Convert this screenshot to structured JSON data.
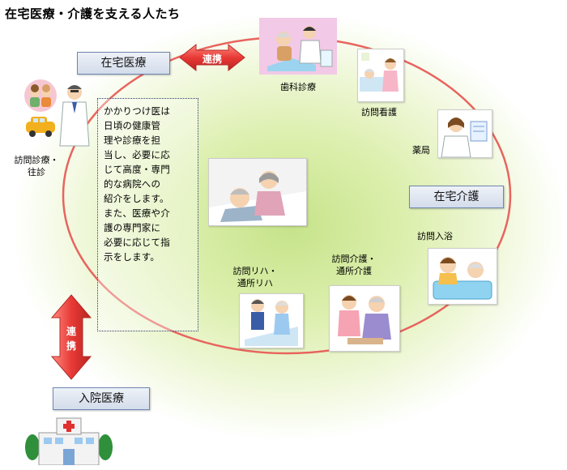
{
  "title": "在宅医療・介護を支える人たち",
  "boxes": {
    "home_medical": "在宅医療",
    "home_care": "在宅介護",
    "hospital": "入院医療"
  },
  "links": {
    "top": "連携",
    "vertical_line1": "連",
    "vertical_line2": "携"
  },
  "services": {
    "visit_consult_l1": "訪問診療・",
    "visit_consult_l2": "往診",
    "dental": "歯科診療",
    "visit_nursing": "訪問看護",
    "pharmacy": "薬局",
    "visit_bath": "訪問入浴",
    "care_l1": "訪問介護・",
    "care_l2": "通所介護",
    "rehab_l1": "訪問リハ・",
    "rehab_l2": "通所リハ"
  },
  "description": "かかりつけ医は\n日頃の健康管\n理や診療を担\n当し、必要に応\nじて高度・専門\n的な病院への\n紹介をします。\nまた、医療や介\n護の専門家に\n必要に応じて指\n示をします。",
  "colors": {
    "ring": "#e8645e",
    "arrow_top": "#e84040",
    "arrow_bottom": "#d8302c",
    "box_border": "#6f86b1",
    "glow": "#c6e38a"
  }
}
